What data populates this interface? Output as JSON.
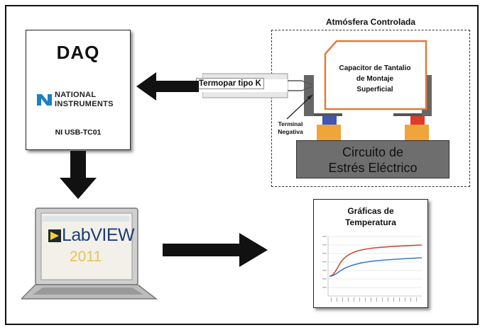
{
  "daq": {
    "title": "DAQ",
    "brand_line1": "NATIONAL",
    "brand_line2": "INSTRUMENTS",
    "model": "NI USB-TC01"
  },
  "thermocouple": {
    "label": "Termopar tipo K"
  },
  "atmosphere": {
    "title": "Atmósfera Controlada",
    "capacitor_line1": "Capacitor de Tantalio",
    "capacitor_line2": "de Montaje",
    "capacitor_line3": "Superficial",
    "terminal_line1": "Terminal",
    "terminal_line2": "Negativa",
    "circuit_line1": "Circuito de",
    "circuit_line2": "Estrés Eléctrico"
  },
  "laptop": {
    "app_name": "LabVIEW",
    "version": "2011"
  },
  "graph": {
    "title_line1": "Gráficas de",
    "title_line2": "Temperatura"
  },
  "colors": {
    "capacitor_border": "#e07b39",
    "foot": "#f0a53a",
    "positive_terminal": "#e03a2a",
    "negative_terminal": "#3f56b5",
    "curve_red": "#c0503a",
    "curve_blue": "#3f79c4"
  }
}
